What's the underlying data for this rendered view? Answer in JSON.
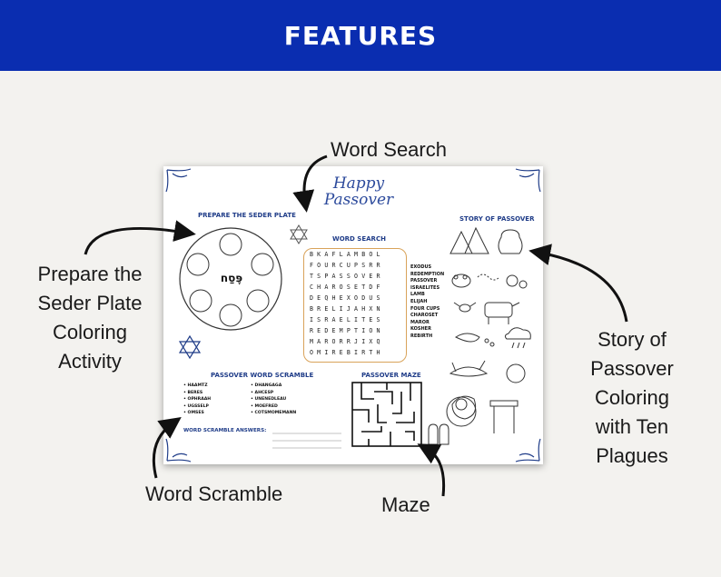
{
  "header": {
    "title": "FEATURES",
    "bg_color": "#0a2db0"
  },
  "labels": {
    "word_search": "Word Search",
    "seder_plate": [
      "Prepare the",
      "Seder Plate",
      "Coloring",
      "Activity"
    ],
    "story": [
      "Story of",
      "Passover",
      "Coloring",
      "with Ten",
      "Plagues"
    ],
    "word_scramble": "Word Scramble",
    "maze": "Maze"
  },
  "sheet": {
    "title_line1": "Happy",
    "title_line2": "Passover",
    "seder_heading": "PREPARE THE SEDER PLATE",
    "seder_center": "פֶּסַח",
    "story_heading": "STORY OF PASSOVER",
    "search_heading": "WORD SEARCH",
    "grid_rows": [
      "BKAFLAMBOL",
      "FOURCUPSRR",
      "TSPASSOVER",
      "CHAROSETDF",
      "DEQHEXODUS",
      "BRELIJAHXN",
      "ISRAELITES",
      "REDEMPTION",
      "MARORRJIXQ",
      "OMIREBIRTH"
    ],
    "words": [
      "EXODUS",
      "REDEMPTION",
      "PASSOVER",
      "ISRAELITES",
      "LAMB",
      "ELIJAH",
      "FOUR CUPS",
      "CHAROSET",
      "MAROR",
      "KOSHER",
      "REBIRTH"
    ],
    "scramble_heading": "PASSOVER WORD SCRAMBLE",
    "scramble_left": [
      "HAAMTZ",
      "BERES",
      "OPHRAAH",
      "UGSSELP",
      "OMSES"
    ],
    "scramble_right": [
      "DHANGAGA",
      "AHCESP",
      "UNENEDLEAU",
      "MOEFRED",
      "COTSMOMEMANN"
    ],
    "answers_heading": "WORD SCRAMBLE ANSWERS:",
    "maze_heading": "PASSOVER MAZE"
  }
}
